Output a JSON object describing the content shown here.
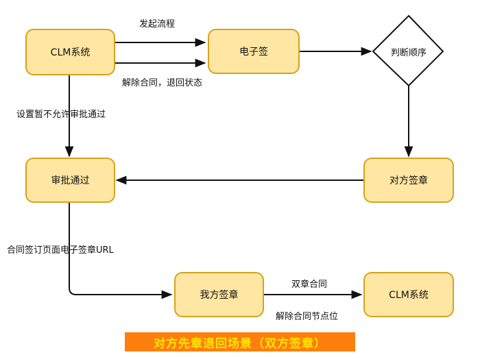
{
  "nodes": {
    "clm_start": "CLM系统",
    "esign": "电子签",
    "decide": "判断顺序",
    "approve": "审批通过",
    "other_sign": "对方签章",
    "my_sign": "我方签章",
    "clm_end": "CLM系统"
  },
  "edges": {
    "initiate": "发起流程",
    "cancel": "解除合同，退回状态",
    "set_pause": "设置暂不允许审批通过",
    "sign_url": "合同签订页面电子签章URL",
    "double_seal": "双章合同",
    "cancel_node": "解除合同节点位"
  },
  "caption": "对方先章退回场景（双方签章）",
  "colors": {
    "node_fill": "#ffe6a2",
    "node_border": "#d6a21c",
    "caption_bg": "#ff7f0e",
    "caption_text": "#ffe600"
  }
}
